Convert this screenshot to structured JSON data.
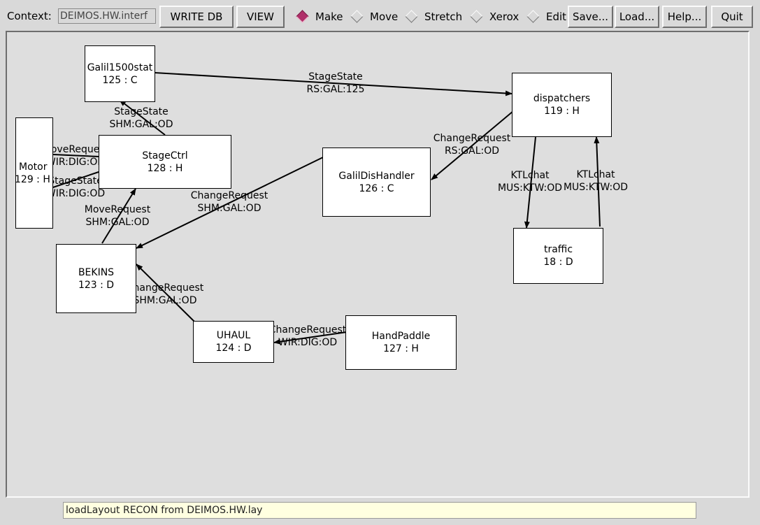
{
  "toolbar": {
    "context_label": "Context:",
    "context_value": "DEIMOS.HW.interf",
    "write_db": "WRITE DB",
    "view": "VIEW",
    "modes": [
      "Make",
      "Move",
      "Stretch",
      "Xerox",
      "Edit"
    ],
    "selected_mode": "Make",
    "save": "Save...",
    "load": "Load...",
    "help": "Help...",
    "quit": "Quit",
    "accent_color": "#b0306a"
  },
  "nodes": [
    {
      "name": "Galil1500stat",
      "id": "125 : C"
    },
    {
      "name": "dispatchers",
      "id": "119 : H"
    },
    {
      "name": "Motor",
      "id": "129 : H"
    },
    {
      "name": "StageCtrl",
      "id": "128 : H"
    },
    {
      "name": "GalilDisHandler",
      "id": "126 : C"
    },
    {
      "name": "traffic",
      "id": "18 : D"
    },
    {
      "name": "BEKINS",
      "id": "123 : D"
    },
    {
      "name": "UHAUL",
      "id": "124 : D"
    },
    {
      "name": "HandPaddle",
      "id": "127 : H"
    }
  ],
  "edges": [
    {
      "msg": "StageState",
      "transport": "RS:GAL:125"
    },
    {
      "msg": "StageState",
      "transport": "SHM:GAL:OD"
    },
    {
      "msg": "MoveRequest",
      "transport": "WIR:DIG:OD"
    },
    {
      "msg": "StageState",
      "transport": "WIR:DIG:OD"
    },
    {
      "msg": "ChangeRequest",
      "transport": "RS:GAL:OD"
    },
    {
      "msg": "KTLchat",
      "transport": "MUS:KTW:OD"
    },
    {
      "msg": "KTLchat",
      "transport": "MUS:KTW:OD"
    },
    {
      "msg": "ChangeRequest",
      "transport": "SHM:GAL:OD"
    },
    {
      "msg": "MoveRequest",
      "transport": "SHM:GAL:OD"
    },
    {
      "msg": "ChangeRequest",
      "transport": "SHM:GAL:OD"
    },
    {
      "msg": "ChangeRequest",
      "transport": "WIR:DIG:OD"
    }
  ],
  "status": "loadLayout RECON from DEIMOS.HW.lay"
}
